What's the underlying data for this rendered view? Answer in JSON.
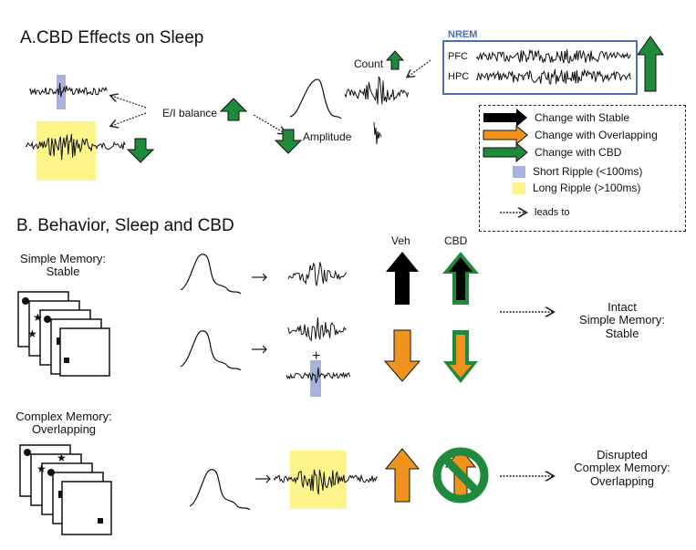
{
  "section_a": {
    "title": "A.CBD Effects on Sleep",
    "ei_label": "E/I balance",
    "amplitude_label": "Amplitude",
    "count_label": "Count",
    "nrem": {
      "title": "NREM",
      "pfc_label": "PFC",
      "hpc_label": "HPC"
    }
  },
  "legend": {
    "items": [
      {
        "label": "Change with Stable",
        "color": "#000000"
      },
      {
        "label": "Change with Overlapping",
        "color": "#f0921e"
      },
      {
        "label": "Change with CBD",
        "color": "#1f8a3c"
      },
      {
        "label": "Short Ripple (<100ms)",
        "color": "#a9b2dc"
      },
      {
        "label": "Long Ripple (>100ms)",
        "color": "#fdf58c"
      },
      {
        "label": "leads to"
      }
    ]
  },
  "section_b": {
    "title": "B. Behavior, Sleep and CBD",
    "veh_label": "Veh",
    "cbd_label": "CBD",
    "simple_memory": {
      "line1": "Simple Memory:",
      "line2": "Stable"
    },
    "complex_memory": {
      "line1": "Complex Memory:",
      "line2": "Overlapping"
    },
    "intact_outcome": {
      "line1": "Intact",
      "line2": "Simple Memory:",
      "line3": "Stable"
    },
    "disrupted_outcome": {
      "line1": "Disrupted",
      "line2": "Complex Memory:",
      "line3": "Overlapping"
    }
  },
  "colors": {
    "black": "#000000",
    "orange": "#f0921e",
    "green": "#1f8a3c",
    "blue_highlight": "#a9b2dc",
    "yellow_highlight": "#fdf58c",
    "nrem_border": "#4a6fb6"
  }
}
